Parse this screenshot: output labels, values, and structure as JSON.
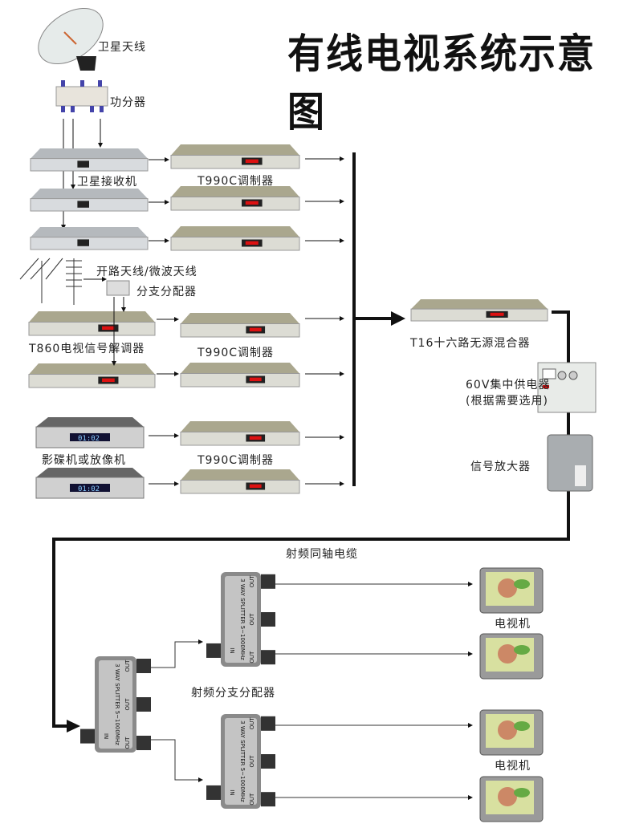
{
  "title": "有线电视系统示意图",
  "labels": {
    "satellite_dish": "卫星天线",
    "power_divider": "功分器",
    "satellite_receiver": "卫星接收机",
    "modulator_1": "T990C调制器",
    "modulator_2": "T990C调制器",
    "modulator_3": "T990C调制器",
    "terrestrial_antenna": "开路天线/微波天线",
    "branch_splitter": "分支分配器",
    "demodulator": "T860电视信号解调器",
    "dvd_player": "影碟机或放像机",
    "mixer": "T16十六路无源混合器",
    "power_supply_line1": "60V集中供电器",
    "power_supply_line2": "(根据需要选用)",
    "amplifier": "信号放大器",
    "coax_cable": "射频同轴电缆",
    "rf_splitter": "射频分支分配器",
    "tv_1": "电视机",
    "tv_2": "电视机"
  },
  "splitter_text": {
    "in": "IN",
    "out": "OUT",
    "model": "3 WAY SPLITTER",
    "freq": "5~1000MHz"
  },
  "display_text": {
    "dvd": "01:02"
  },
  "colors": {
    "line": "#111111",
    "device": "#c9c9c9",
    "modulator": "#bdb99f",
    "led": "#d11"
  }
}
